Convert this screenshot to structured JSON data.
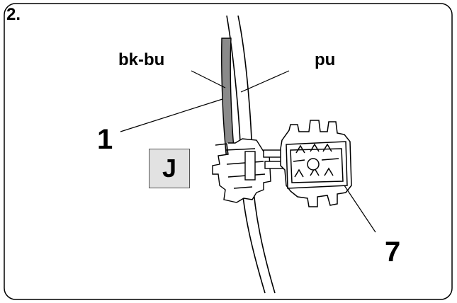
{
  "step_label": "2.",
  "wire_labels": {
    "black_blue": "bk-bu",
    "purple": "pu"
  },
  "callouts": {
    "part_1": "1",
    "part_7": "7"
  },
  "region_badge": "J",
  "colors": {
    "frame_border": "#000000",
    "wire_fill": "#8a8a8a",
    "badge_fill": "#e2e2e2",
    "line_art": "#000000"
  }
}
